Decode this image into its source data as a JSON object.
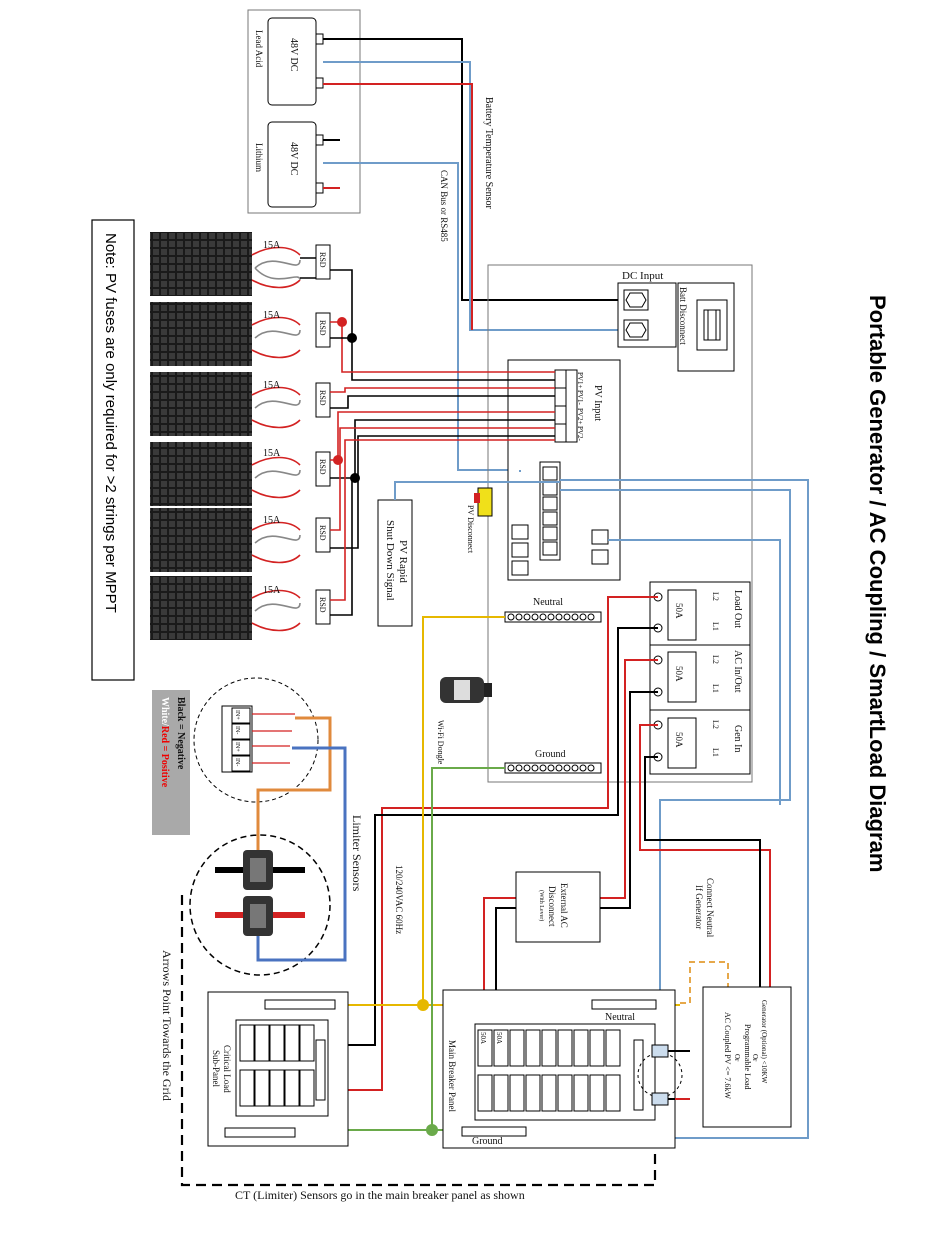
{
  "title": "Portable Generator / AC Coupling / SmartLoad Diagram",
  "note": "Note: PV fuses are only required for >2 strings per MPPT",
  "batteries": {
    "lead_acid_voltage": "48V DC",
    "lead_acid_label": "Lead Acid",
    "lithium_voltage": "48V DC",
    "lithium_label": "Lithium"
  },
  "labels": {
    "battery_temp_sensor": "Battery Temperature Sensor",
    "can_bus": "CAN Bus or RS485",
    "dc_input": "DC Input",
    "batt_disconnect": "Batt Disconnect",
    "pv_input": "PV Input",
    "pv_terms": [
      "PV1+",
      "PV1-",
      "PV2+",
      "PV2-"
    ],
    "pv_disconnect": "PV Disconnect",
    "pv_rapid_1": "PV Rapid",
    "pv_rapid_2": "Shut Down Signal",
    "fuse": "15A",
    "rsd": "RSD",
    "neutral": "Neutral",
    "ground": "Ground",
    "wifi_dongle": "Wi-Fi Dongle",
    "load_out": "Load Out",
    "ac_in_out": "AC In/Out",
    "gen_in": "Gen In",
    "breaker_50a": "50A",
    "l1": "L1",
    "l2": "L2",
    "voltage_120_240": "120/240VAC 60Hz",
    "limiter_sensors": "Limiter Sensors",
    "legend_black": "Black = Negative",
    "legend_white": "White/",
    "legend_red": "Red = Positive",
    "ct_terms": [
      "IN+",
      "IN-",
      "IN+",
      "IN-"
    ],
    "arrows_point": "Arrows Point Towards the Grid",
    "ext_ac_1": "External AC",
    "ext_ac_2": "Disconnect",
    "ext_ac_3": "(With Lever)",
    "connect_neutral_1": "Connect Neutral",
    "connect_neutral_2": "If Generator",
    "generator_1": "Generator (Optional) <10KW",
    "generator_2": "Or",
    "generator_3": "Programmable Load",
    "generator_4": "Or",
    "generator_5": "AC Coupled PV <= 7.6kW",
    "critical_load_1": "Critical Load",
    "critical_load_2": "Sub-Panel",
    "main_breaker_panel": "Main Breaker Panel",
    "ct_caption": "CT (Limiter) Sensors go in the main breaker panel as shown"
  }
}
